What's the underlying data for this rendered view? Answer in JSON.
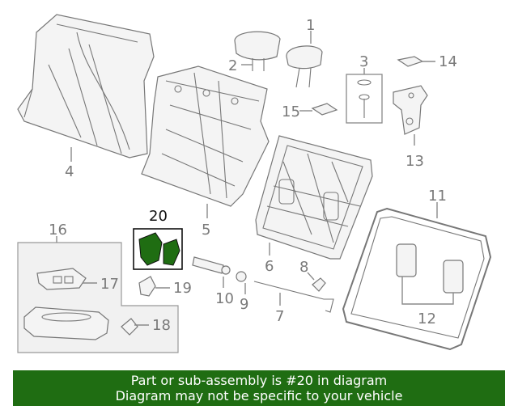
{
  "callouts": {
    "c1": "1",
    "c2": "2",
    "c3": "3",
    "c4": "4",
    "c5": "5",
    "c6": "6",
    "c7": "7",
    "c8": "8",
    "c9": "9",
    "c10": "10",
    "c11": "11",
    "c12": "12",
    "c13": "13",
    "c14": "14",
    "c15": "15",
    "c16": "16",
    "c17": "17",
    "c18": "18",
    "c19": "19",
    "c20": "20"
  },
  "highlight_color": "#1f6d12",
  "banner": {
    "line1": "Part or sub-assembly is #20 in diagram",
    "line2": "Diagram may not be specific to your vehicle"
  }
}
